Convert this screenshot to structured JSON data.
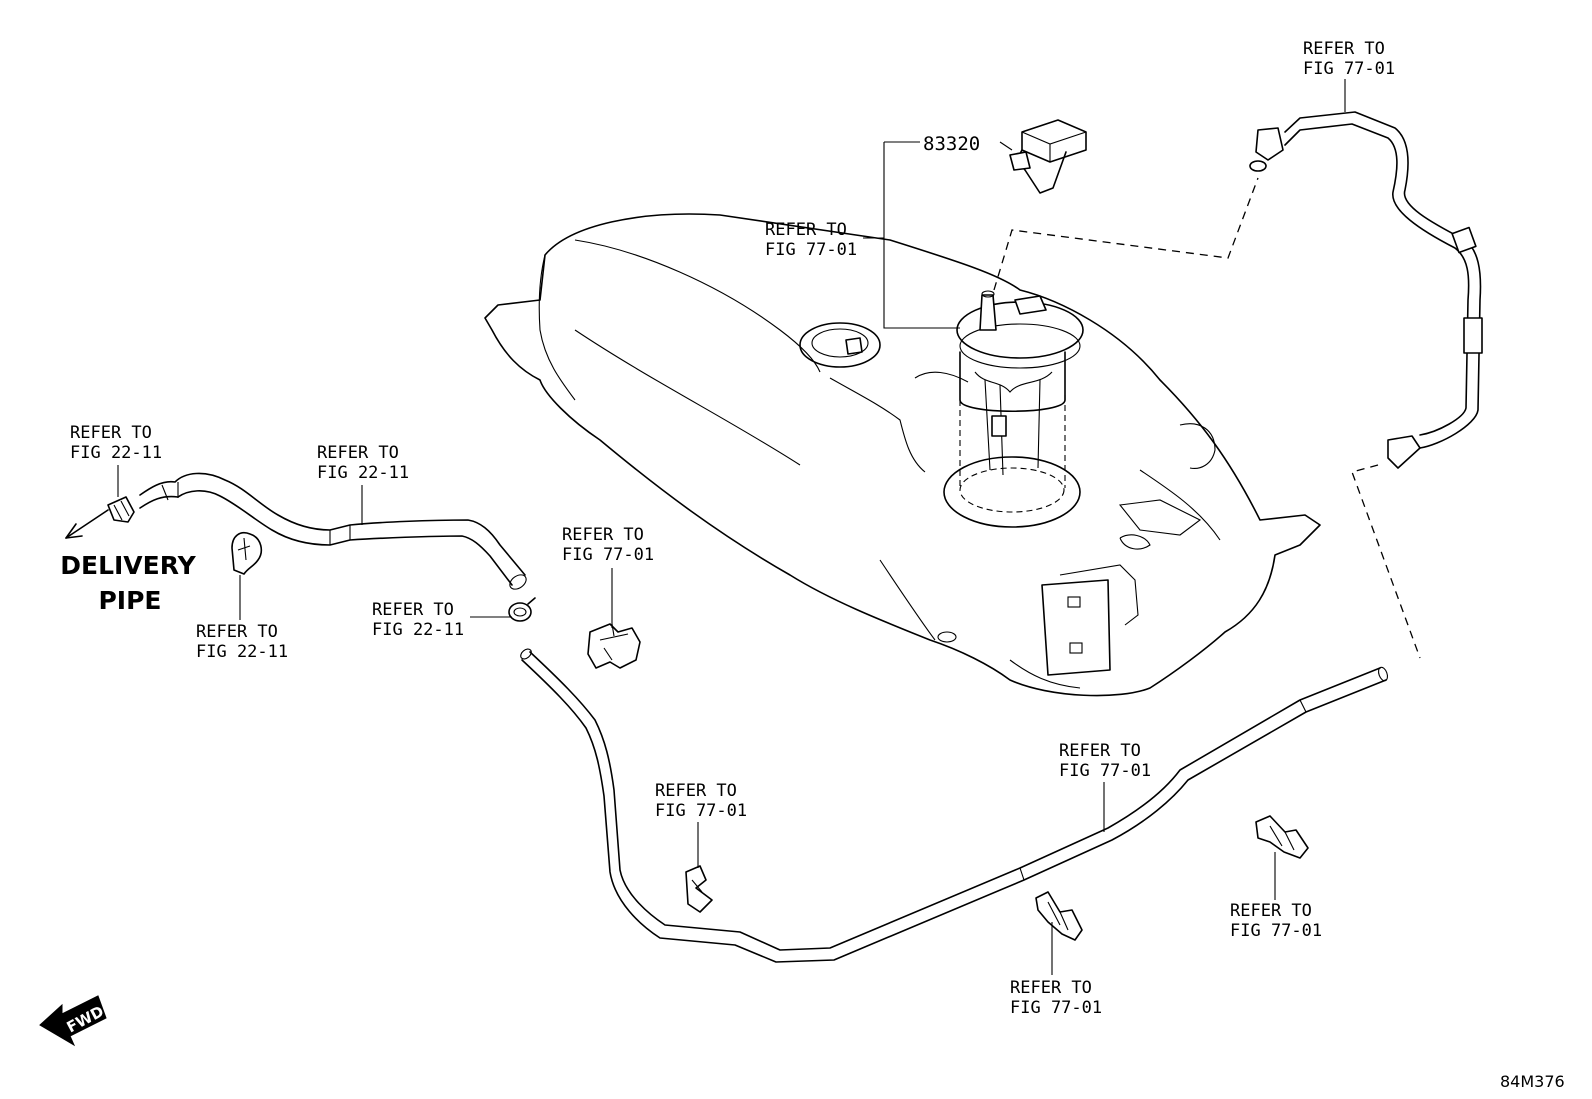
{
  "labels": {
    "ref_top_right": [
      "REFER TO",
      "FIG 77-01"
    ],
    "part_number": "83320",
    "ref_tank": [
      "REFER TO",
      "FIG 77-01"
    ],
    "ref_clamp_left": [
      "REFER TO",
      "FIG 22-11"
    ],
    "ref_hose": [
      "REFER TO",
      "FIG 22-11"
    ],
    "ref_clip_left": [
      "REFER TO",
      "FIG 22-11"
    ],
    "ref_clamp_mid": [
      "REFER TO",
      "FIG 22-11"
    ],
    "ref_connector": [
      "REFER TO",
      "FIG 77-01"
    ],
    "ref_clip_bottom": [
      "REFER TO",
      "FIG 77-01"
    ],
    "ref_line": [
      "REFER TO",
      "FIG 77-01"
    ],
    "ref_clip_bottom_mid": [
      "REFER TO",
      "FIG 77-01"
    ],
    "ref_clip_bottom_right": [
      "REFER TO",
      "FIG 77-01"
    ]
  },
  "delivery_pipe": [
    "DELIVERY",
    "PIPE"
  ],
  "fwd_label": "FWD",
  "illustration_code": "84M376"
}
